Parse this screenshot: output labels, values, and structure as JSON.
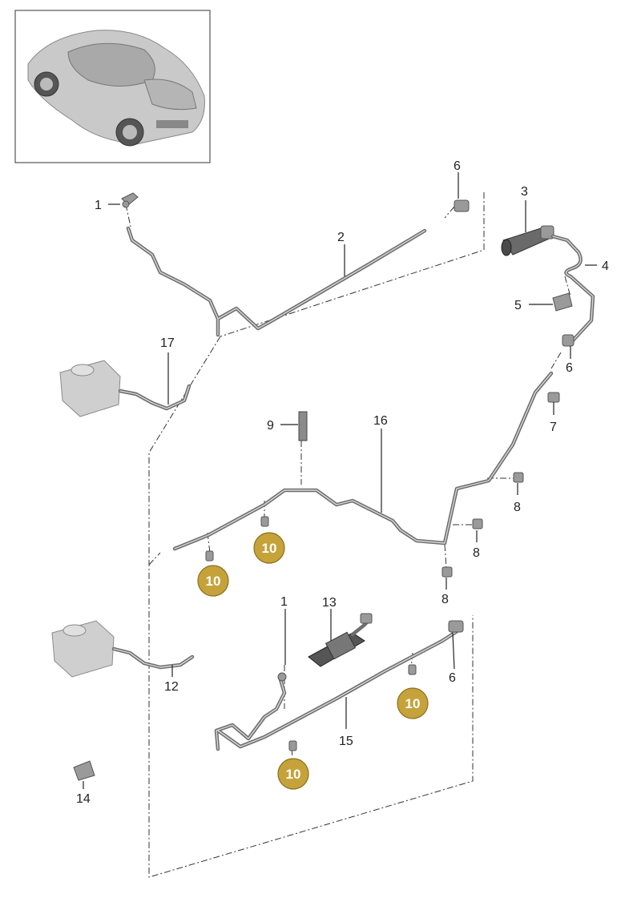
{
  "inset": {
    "description_icon": "car-overview-icon"
  },
  "callouts": {
    "c1_top": "1",
    "c2": "2",
    "c3": "3",
    "c4": "4",
    "c5": "5",
    "c6_top": "6",
    "c6_right": "6",
    "c6_bottom": "6",
    "c7": "7",
    "c8_a": "8",
    "c8_b": "8",
    "c8_c": "8",
    "c9": "9",
    "c12": "12",
    "c13": "13",
    "c14": "14",
    "c15": "15",
    "c16": "16",
    "c17": "17",
    "c1_bottom": "1"
  },
  "badges": {
    "b10_a": "10",
    "b10_b": "10",
    "b10_c": "10",
    "b10_d": "10"
  },
  "colors": {
    "badge_fill": "#c6a23a",
    "badge_stroke": "#8a7020",
    "pipe": "#6e6e6e"
  }
}
